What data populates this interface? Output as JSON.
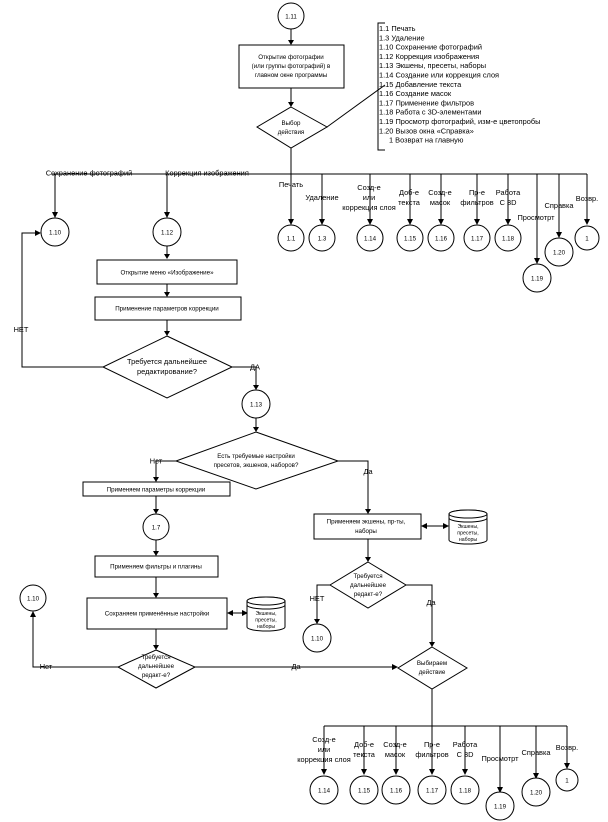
{
  "start": "1.11",
  "open_photo": [
    "Открытие фотографии",
    "(или группы фотографий) в",
    "главном окне программы"
  ],
  "choice": [
    "Выбор",
    "действия"
  ],
  "legend": [
    "1.1 Печать",
    "1.3 Удаление",
    "1.10 Сохранение фотографий",
    "1.12 Коррекция изображения",
    "1.13 Экшены, пресеты, наборы",
    "1.14 Создание или коррекция слоя",
    "1.15 Добавление текста",
    "1.16 Создание масок",
    "1.17 Применение фильтров",
    "1.18 Работа с 3D-элементами",
    "1.19 Просмотр фотографий, изм-е цветопробы",
    "1.20 Вызов окна «Справка»",
    "1 Возврат на главную"
  ],
  "top_branches": {
    "save": "Сохранение фотографий",
    "correction": "Коррекция изображения",
    "print": "Печать",
    "delete": "Удаление",
    "layer": [
      "Созд-е",
      "или",
      "коррекция слоя"
    ],
    "text": [
      "Доб-е",
      "текста"
    ],
    "mask": [
      "Созд-е",
      "масок"
    ],
    "filters": [
      "Пр-е",
      "фильтров"
    ],
    "work3d": [
      "Работа",
      "С 3D"
    ],
    "view": "Просмотрт",
    "help": "Справка",
    "back": "Возвр."
  },
  "top_nodes": {
    "n110": "1.10",
    "n112": "1.12",
    "n11": "1.1",
    "n13": "1.3",
    "n114": "1.14",
    "n115": "1.15",
    "n116": "1.16",
    "n117": "1.17",
    "n118": "1.18",
    "n119": "1.19",
    "n120": "1.20",
    "n1": "1"
  },
  "open_menu": "Открытие меню «Изображение»",
  "apply_params": "Применение параметров коррекции",
  "more_edit": [
    "Требуется дальнейшее",
    "редактирование?"
  ],
  "yes": "ДА",
  "no": "НЕТ",
  "n113": "1.13",
  "presets_q": [
    "Есть требуемые настройки",
    "пресетов, экшенов, наборов?"
  ],
  "no2": "Нет",
  "yes2": "Да",
  "apply_correction": "Применяем параметры коррекции",
  "n17": "1.7",
  "apply_actions": [
    "Применяем экшены, пр-ты,",
    "наборы"
  ],
  "db1": [
    "Экшены,",
    "пресеты,",
    "наборы"
  ],
  "more_edit2": [
    "Требуется",
    "дальнейшее",
    "редакт-е?"
  ],
  "no3": "НЕТ",
  "yes3": "Да",
  "n110b": "1.10",
  "apply_filters": "Применяем фильтры и плагины",
  "save_settings": "Сохраняем применённые настройки",
  "db2": [
    "Экшены,",
    "пресеты,",
    "наборы"
  ],
  "n110c": "1.10",
  "more_edit3": [
    "Требуется",
    "дальнейшее",
    "редакт-е?"
  ],
  "no4": "Нет",
  "yes4": "Да",
  "choose_action": [
    "Выбираем",
    "действие"
  ],
  "bottom_branches": {
    "layer": [
      "Созд-е",
      "или",
      "коррекция слоя"
    ],
    "text": [
      "Доб-е",
      "текста"
    ],
    "mask": [
      "Созд-е",
      "масок"
    ],
    "filters": [
      "Пр-е",
      "фильтров"
    ],
    "work3d": [
      "Работа",
      "С 3D"
    ],
    "view": "Просмотрт",
    "help": "Справка",
    "back": "Возвр."
  },
  "bottom_nodes": {
    "n114": "1.14",
    "n115": "1.15",
    "n116": "1.16",
    "n117": "1.17",
    "n118": "1.18",
    "n119": "1.19",
    "n120": "1.20",
    "n1": "1"
  }
}
